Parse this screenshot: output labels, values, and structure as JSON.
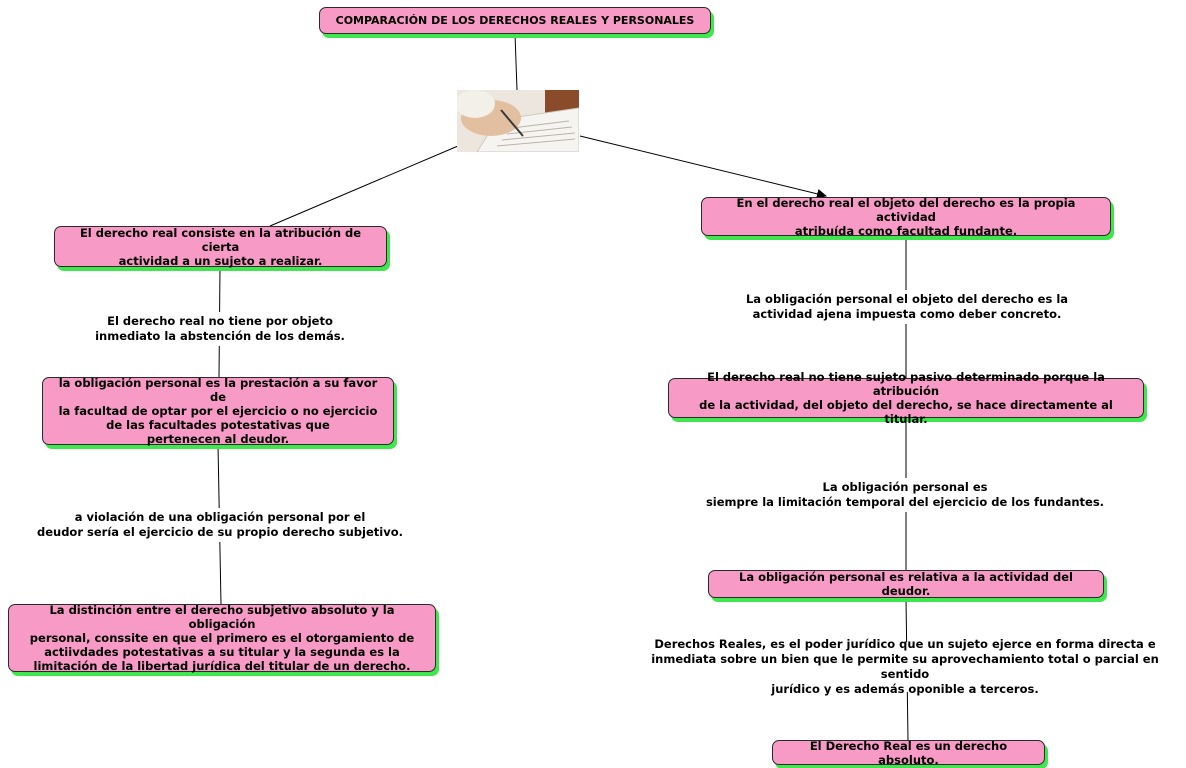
{
  "diagram": {
    "title": "COMPARACIÓN DE LOS DERECHOS REALES Y PERSONALES",
    "image": {
      "icon": "document-signing-photo"
    },
    "left_branch": {
      "node1": "El derecho real consiste en la atribución de cierta\nactividad a un sujeto a realizar.",
      "label1": "El derecho real no tiene por objeto\ninmediato la abstención de los demás.",
      "node2": "la obligación personal es la prestación a su favor de\nla facultad de optar por el ejercicio o no ejercicio\nde las facultades potestativas que\npertenecen al deudor.",
      "label2": "a violación de una obligación personal por el\ndeudor sería el ejercicio de su propio derecho subjetivo.",
      "node3": "La distinción entre el derecho subjetivo absoluto y la obligación\npersonal, conssite en que el primero es el otorgamiento de\nactiivdades potestativas a su titular y la segunda es la\nlimitación de la libertad jurídica del titular de un derecho."
    },
    "right_branch": {
      "node1": "En el derecho real el objeto del derecho es la propia actividad\natribuída como facultad fundante.",
      "label1": "La obligación personal el objeto del derecho es la\nactividad ajena impuesta como deber concreto.",
      "node2": "El derecho real no tiene sujeto pasivo determinado porque la atribución\nde la actividad, del objeto del derecho, se hace directamente al titular.",
      "label2": "La obligación personal es\nsiempre la limitación temporal del ejercicio de los fundantes.",
      "node3": "La obligación personal es relativa a la actividad del deudor.",
      "label3": "Derechos Reales, es el poder jurídico que un sujeto ejerce en forma directa e\ninmediata sobre un bien que le permite su aprovechamiento total o parcial en sentido\njurídico y es además oponible a terceros.",
      "node4": "El Derecho Real es un derecho absoluto."
    },
    "colors": {
      "node_fill": "#f79ac6",
      "node_shadow": "#3fe64d",
      "line": "#000000"
    }
  }
}
